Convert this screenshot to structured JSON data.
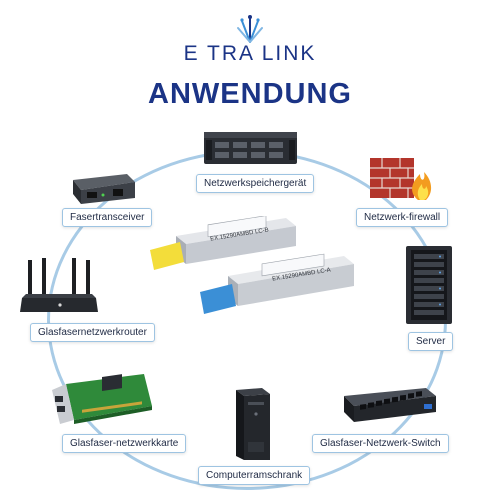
{
  "logo": {
    "text": "E  TRA LINK"
  },
  "heading": "ANWENDUNG",
  "devices": {
    "nas": "Netzwerkspeichergerät",
    "media_converter": "Fasertransceiver",
    "firewall": "Netzwerk-firewall",
    "router": "Glasfasernetzwerkrouter",
    "server": "Server",
    "nic": "Glasfaser-netzwerkkarte",
    "switch": "Glasfaser-Netzwerk-Switch",
    "desktop": "Computerramschrank"
  },
  "sfp_modules": {
    "left_part": "EX.15290AMBD LC-B",
    "right_part": "EX.15290AMBD LC-A"
  },
  "colors": {
    "brand_blue": "#1b3486",
    "ring_blue": "#a8cbe6",
    "tag_yellow": "#f3dd3a",
    "tag_blue": "#3b8fd6"
  }
}
